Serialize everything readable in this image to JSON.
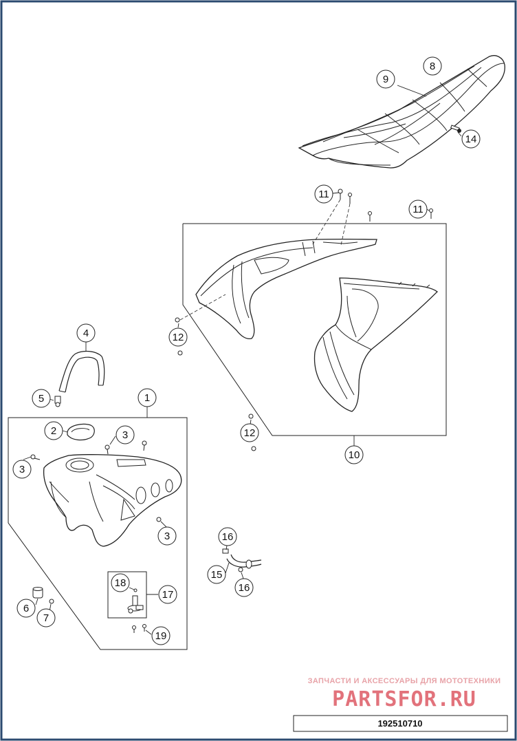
{
  "callouts": [
    {
      "label": "1"
    },
    {
      "label": "2"
    },
    {
      "label": "3"
    },
    {
      "label": "3"
    },
    {
      "label": "3"
    },
    {
      "label": "3"
    },
    {
      "label": "4"
    },
    {
      "label": "5"
    },
    {
      "label": "6"
    },
    {
      "label": "7"
    },
    {
      "label": "8"
    },
    {
      "label": "9"
    },
    {
      "label": "10"
    },
    {
      "label": "11"
    },
    {
      "label": "11"
    },
    {
      "label": "12"
    },
    {
      "label": "12"
    },
    {
      "label": "14"
    },
    {
      "label": "15"
    },
    {
      "label": "16"
    },
    {
      "label": "16"
    },
    {
      "label": "17"
    },
    {
      "label": "18"
    },
    {
      "label": "19"
    }
  ],
  "watermark": {
    "tagline": "ЗАПЧАСТИ И АКСЕССУАРЫ ДЛЯ МОТОТЕХНИКИ",
    "brand": "PARTSFOR.RU",
    "brand_color": "#e2727b",
    "tagline_color": "#e8a3a8"
  },
  "diagram_code": "192510710",
  "colors": {
    "frame": "#2b4a6f",
    "line": "#222222"
  }
}
